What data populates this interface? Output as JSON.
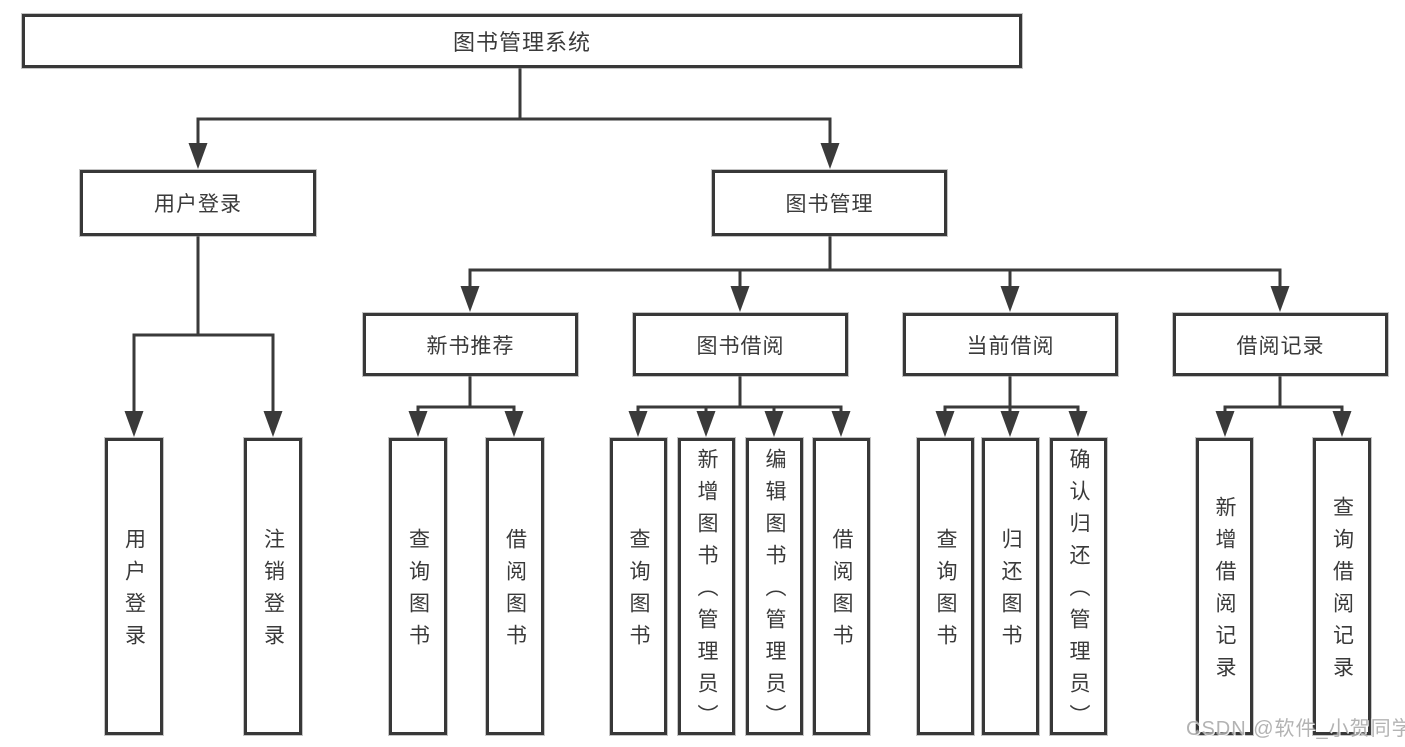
{
  "tree": {
    "label": "图书管理系统",
    "children": [
      {
        "label": "用户登录",
        "children": [
          {
            "label": "用户登录"
          },
          {
            "label": "注销登录"
          }
        ]
      },
      {
        "label": "图书管理",
        "children": [
          {
            "label": "新书推荐",
            "children": [
              {
                "label": "查询图书"
              },
              {
                "label": "借阅图书"
              }
            ]
          },
          {
            "label": "图书借阅",
            "children": [
              {
                "label": "查询图书"
              },
              {
                "label": "新增图书（管理员）"
              },
              {
                "label": "编辑图书（管理员）"
              },
              {
                "label": "借阅图书"
              }
            ]
          },
          {
            "label": "当前借阅",
            "children": [
              {
                "label": "查询图书"
              },
              {
                "label": "归还图书"
              },
              {
                "label": "确认归还（管理员）"
              }
            ]
          },
          {
            "label": "借阅记录",
            "children": [
              {
                "label": "新增借阅记录"
              },
              {
                "label": "查询借阅记录"
              }
            ]
          }
        ]
      }
    ]
  },
  "watermark": {
    "text": "CSDN @软件_小贺同学"
  },
  "colors": {
    "line": "#3a3a3a",
    "border": "#383838",
    "text": "#3a3a3a",
    "background": "#ffffff",
    "watermark": "#a6a6a6"
  }
}
